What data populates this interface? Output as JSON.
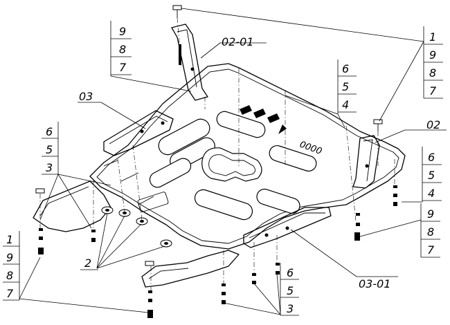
{
  "diagram": {
    "part_labels": {
      "p_02_01": "02-01",
      "p_02": "02",
      "p_03": "03",
      "p_03_01": "03-01"
    },
    "callouts": {
      "top_left": [
        "9",
        "8",
        "7"
      ],
      "top_right": [
        "1",
        "9",
        "8",
        "7"
      ],
      "center_mid": [
        "6",
        "5",
        "4"
      ],
      "right_upper": [
        "6",
        "5",
        "4"
      ],
      "right_lower": [
        "9",
        "8",
        "7"
      ],
      "left_mid": [
        "6",
        "5",
        "3"
      ],
      "left_bottom": [
        "1",
        "9",
        "8",
        "7"
      ],
      "bottom_center": [
        "6",
        "5",
        "3"
      ],
      "washer": "2"
    },
    "stamp": "0000"
  }
}
